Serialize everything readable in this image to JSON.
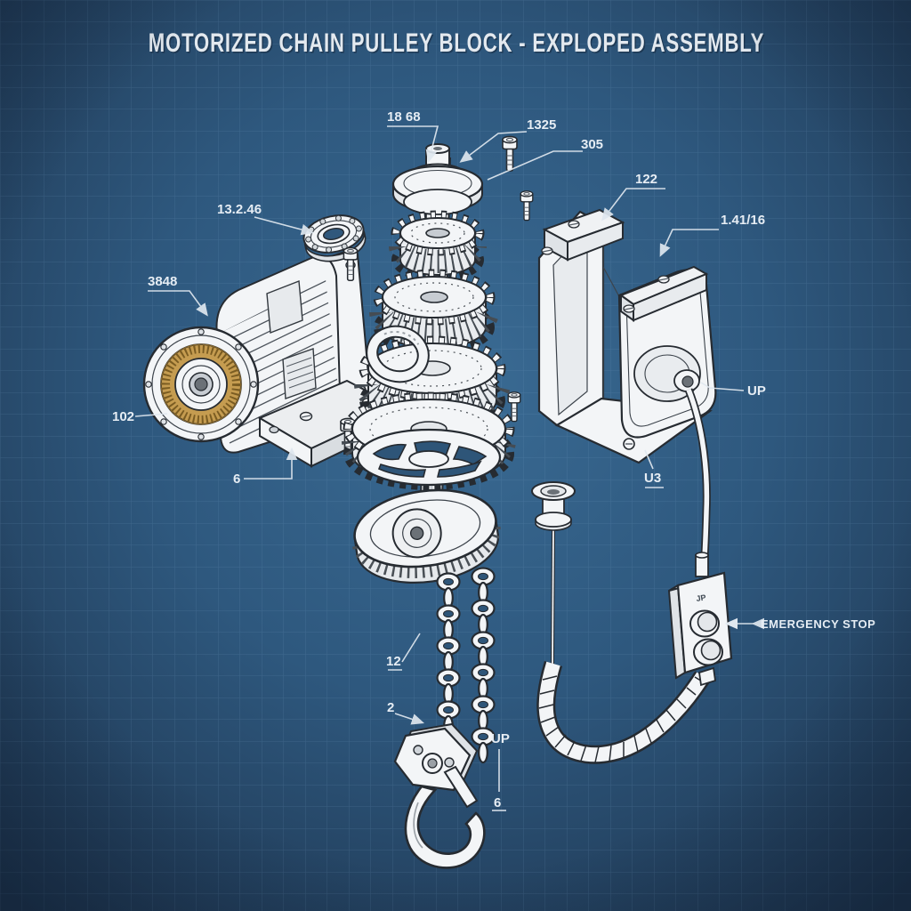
{
  "title": "MOTORIZED CHAIN PULLEY BLOCK - EXPLOPED ASSEMBLY",
  "colors": {
    "blueprint_center": "#376589",
    "blueprint_edge": "#1b2f47",
    "grid_line": "#7fa8cc",
    "linework": "#262b31",
    "part_fill": "#f3f5f7",
    "motor_winding_gold": "#c59c50",
    "label_text": "#e6edf4"
  },
  "callouts": {
    "pulley_top": "18 68",
    "shaft_upper": "1325",
    "top_bolt": "305",
    "bearing": "13.2.46",
    "motor": "3848",
    "motor_face": "102",
    "motor_base": "6",
    "chain_upper": "12",
    "chain_lower": "2",
    "hook_direction": "UP",
    "hook_num": "6",
    "housing_left": "122",
    "housing_rail": "1.41/16",
    "cable_gland": "UP",
    "housing_corner": "U3",
    "emergency_stop": "EMERGENCY STOP",
    "pendant_marking": "JP"
  }
}
